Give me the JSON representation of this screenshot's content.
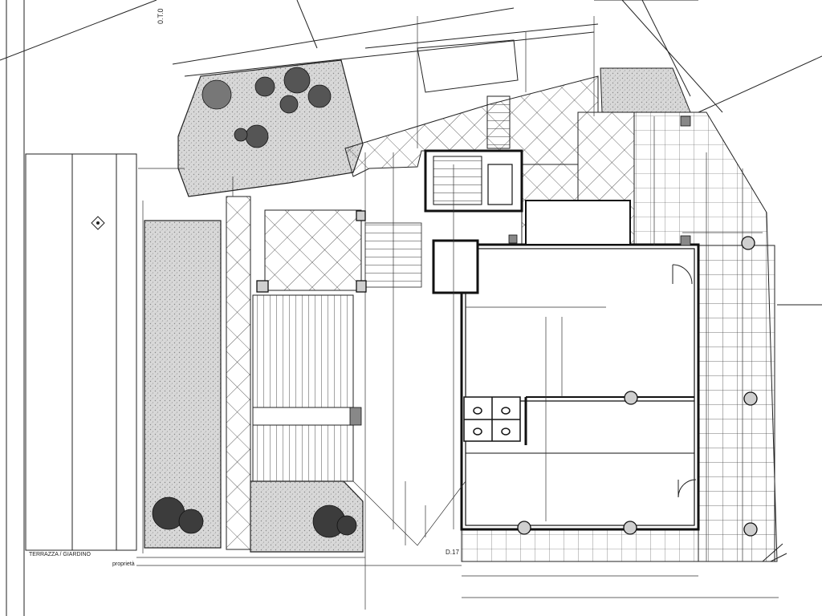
{
  "drawing": {
    "labels": {
      "street_left": "0.T.0",
      "bottom_left_title": "TERRAZZA / GIARDINO",
      "bottom_left_sub": "proprietà",
      "bottom_center": "D.17"
    },
    "colors": {
      "line": "#1a1a1a",
      "paper": "#ffffff",
      "stipple": "#9a9a9a"
    },
    "columns_count": 9
  }
}
